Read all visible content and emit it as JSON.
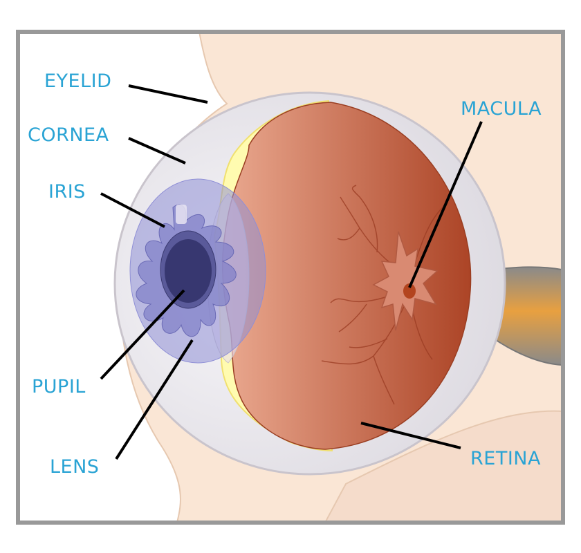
{
  "diagram": {
    "labels": {
      "eyelid": "EYELID",
      "cornea": "CORNEA",
      "iris": "IRIS",
      "pupil": "PUPIL",
      "lens": "LENS",
      "macula": "MACULA",
      "retina": "RETINA"
    }
  },
  "colors": {
    "label_text": "#29a3d4",
    "frame": "#999999",
    "skin": "#fae6d5",
    "sclera": "#e8e6ec",
    "retina_light": "#e8a48a",
    "retina_dark": "#b04a2a",
    "yellow_rim": "#fffbb0",
    "iris": "#8f8fd6",
    "pupil": "#3a3a70",
    "optic_nerve": "#e8a040"
  }
}
